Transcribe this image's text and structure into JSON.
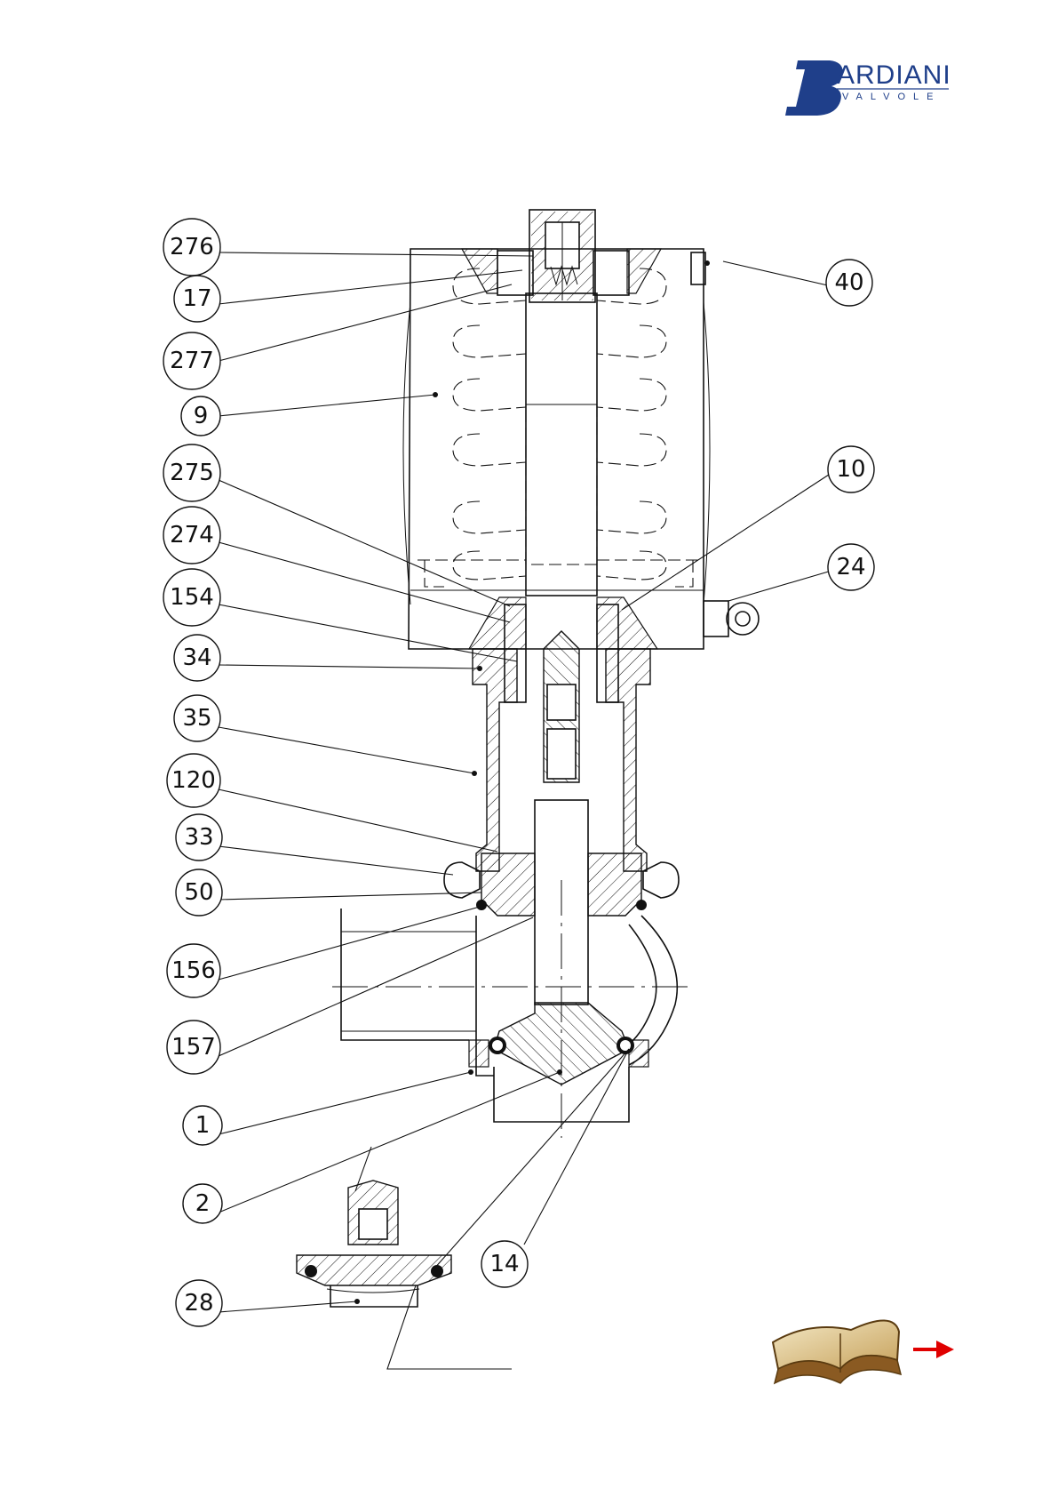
{
  "brand": {
    "name": "ARDIANI",
    "initial": "B",
    "subtitle": "VALVOLE",
    "color": "#1f3f8a"
  },
  "callouts": [
    "276",
    "17",
    "277",
    "9",
    "275",
    "274",
    "154",
    "34",
    "35",
    "120",
    "33",
    "50",
    "156",
    "157",
    "1",
    "2",
    "28",
    "40",
    "10",
    "24",
    "14"
  ],
  "navigation": {
    "book_icon": "open-book-icon",
    "arrow_icon": "red-arrow-right-icon",
    "arrow_color": "#e00000"
  }
}
